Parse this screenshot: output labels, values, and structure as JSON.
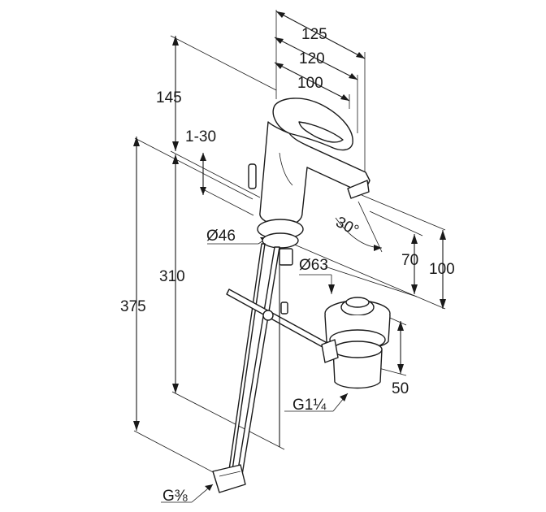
{
  "dimensions": {
    "d125": "125",
    "d120": "120",
    "d100_top": "100",
    "d145": "145",
    "d1_30": "1-30",
    "d46": "Ø46",
    "d310": "310",
    "d375": "375",
    "d30deg": "30°",
    "d63": "Ø63",
    "d70": "70",
    "d100_right": "100",
    "d50": "50",
    "g114": "G1¼",
    "g38": "G⅜"
  },
  "colors": {
    "ink": "#1a1a1a",
    "background": "#ffffff"
  }
}
